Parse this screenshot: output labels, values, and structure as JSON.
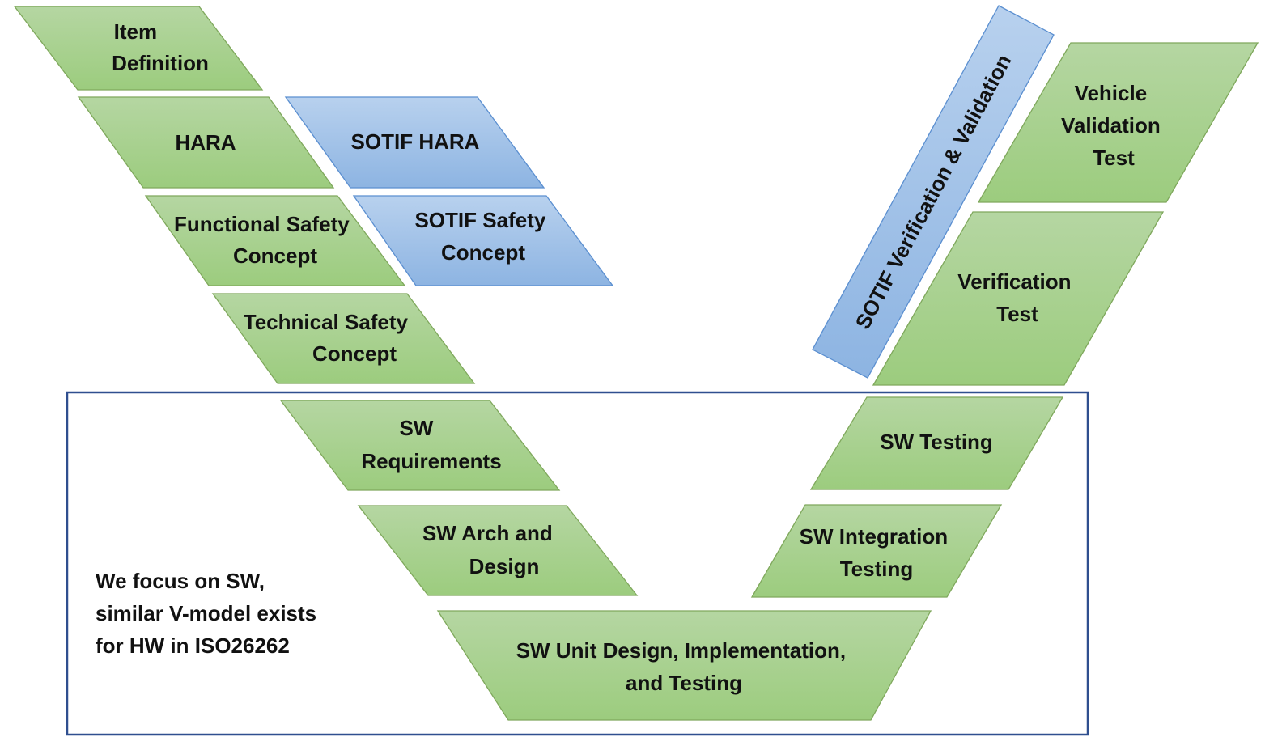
{
  "colors": {
    "green_top": "#b5d6a2",
    "green_bottom": "#9ccc7e",
    "blue_top": "#b8d1ee",
    "blue_bottom": "#8db4e2",
    "frame": "#2f4f8f"
  },
  "boxes": {
    "item_definition": [
      "Item",
      "Definition"
    ],
    "hara": [
      "HARA"
    ],
    "sotif_hara": [
      "SOTIF HARA"
    ],
    "functional_safety_concept": [
      "Functional Safety",
      "Concept"
    ],
    "sotif_safety_concept": [
      "SOTIF Safety",
      "Concept"
    ],
    "technical_safety_concept": [
      "Technical Safety",
      "Concept"
    ],
    "sw_requirements": [
      "SW",
      "Requirements"
    ],
    "sw_arch_design": [
      "SW Arch and",
      "Design"
    ],
    "sw_unit": [
      "SW Unit Design, Implementation,",
      "and Testing"
    ],
    "sw_integration_testing": [
      "SW Integration",
      "Testing"
    ],
    "sw_testing": [
      "SW Testing"
    ],
    "verification_test": [
      "Verification",
      "Test"
    ],
    "vehicle_validation_test": [
      "Vehicle",
      "Validation",
      "Test"
    ],
    "sotif_verification_validation": [
      "SOTIF Verification & Validation"
    ]
  },
  "note": {
    "lines": [
      "We focus on SW,",
      "similar V-model exists",
      "for HW in ISO26262"
    ]
  }
}
